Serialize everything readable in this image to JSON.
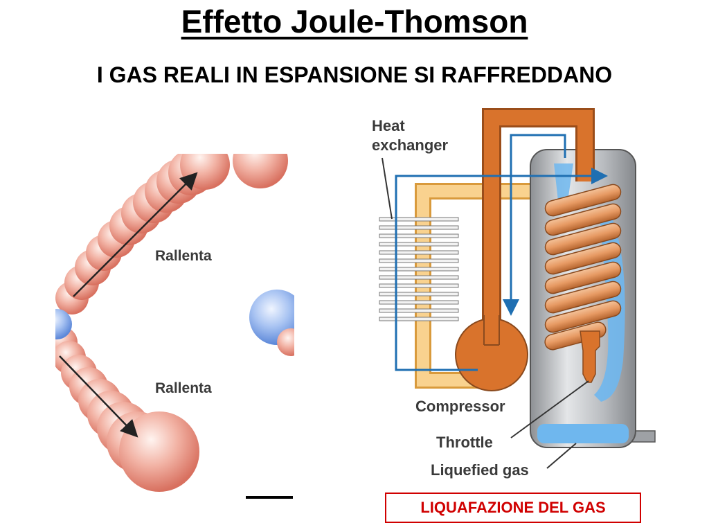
{
  "header": {
    "title": "Effetto Joule-Thomson",
    "subtitle": "I GAS REALI IN ESPANSIONE SI RAFFREDDANO"
  },
  "left_panel": {
    "label_top": "Rallenta",
    "label_bottom": "Rallenta"
  },
  "right_panel": {
    "labels": {
      "heat_exchanger_line1": "Heat",
      "heat_exchanger_line2": "exchanger",
      "compressor": "Compressor",
      "throttle": "Throttle",
      "liquefied_gas": "Liquefied gas"
    }
  },
  "footer": {
    "caption": "LIQUAFAZIONE DEL GAS"
  },
  "colors": {
    "pipe_orange": "#d9732c",
    "pipe_cream": "#f9d28f",
    "flow_blue": "#1f6fb2",
    "liquid_blue": "#6fb7ee",
    "tank_gray": "#a9acb0",
    "molecule_pink": "#e98d7c",
    "molecule_blue": "#6f9ee8",
    "caption_red": "#d00000"
  }
}
